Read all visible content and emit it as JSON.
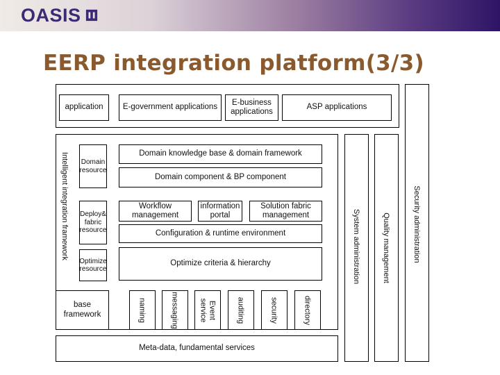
{
  "header": {
    "logo_text": "OASIS",
    "slide_title": "EERP integration platform(3/3)"
  },
  "top_apps": [
    "application",
    "E-government applications",
    "E-business\napplications",
    "ASP applications"
  ],
  "integration_framework": {
    "label": "Intelligent integration framework",
    "resources": [
      "Domain\nresource",
      "Deploy&\nfabric\nresource",
      "Optimize\nresource"
    ]
  },
  "core": {
    "domain_knowledge": "Domain knowledge base & domain framework",
    "domain_component": "Domain component & BP component",
    "workflow": "Workflow\nmanagement",
    "info_portal": "information\nportal",
    "solution_fabric": "Solution fabric\nmanagement",
    "config_runtime": "Configuration & runtime environment",
    "optimize_criteria": "Optimize criteria & hierarchy"
  },
  "base": {
    "base_framework": "base\nframework",
    "services": [
      "naming",
      "messaging",
      "Event\nservice",
      "auditing",
      "security",
      "directory"
    ]
  },
  "meta": "Meta-data, fundamental services",
  "right_columns": [
    "System administration",
    "Quality management",
    "Security administration"
  ]
}
